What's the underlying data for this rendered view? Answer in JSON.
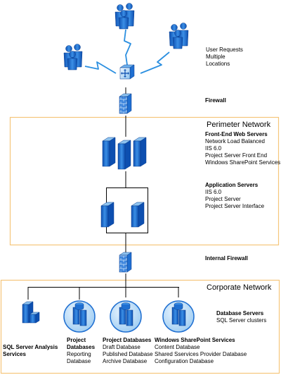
{
  "users": {
    "label_lines": [
      "User Requests",
      "Multiple",
      "Locations"
    ]
  },
  "firewall": {
    "label": "Firewall"
  },
  "perimeter": {
    "title": "Perimeter Network",
    "front_end": {
      "heading": "Front-End Web Servers",
      "lines": [
        "Network Load Balanced",
        "IIS 6.0",
        "Project Server Front End",
        "Windows SharePoint Services"
      ]
    },
    "app": {
      "heading": "Application Servers",
      "lines": [
        "IIS 6.0",
        "Project Server",
        "Project Server Interface"
      ]
    }
  },
  "internal_firewall": {
    "label": "Internal Firewall"
  },
  "corporate": {
    "title": "Corporate Network",
    "db_servers": {
      "heading": "Database Servers",
      "line": "SQL Server clusters"
    },
    "sql_analysis": {
      "lines": [
        "SQL Server Analysis",
        "Services"
      ]
    },
    "project_db_reporting": {
      "heading_lines": [
        "Project",
        "Databases"
      ],
      "lines": [
        "Reporting",
        "Database"
      ]
    },
    "project_db": {
      "heading": "Project Databases",
      "lines": [
        "Draft Database",
        "Published Database",
        "Archive Database"
      ]
    },
    "wss": {
      "heading": "Windows SharePoint Services",
      "lines": [
        "Content Database",
        "Shared Sservices Provider Database",
        "Configuration Database"
      ]
    }
  },
  "colors": {
    "zone_border": "#f5c57a",
    "device_blue": "#1f6fd1",
    "device_light": "#a8d2f5",
    "line": "#000000",
    "lightning": "#2b8fe0"
  }
}
